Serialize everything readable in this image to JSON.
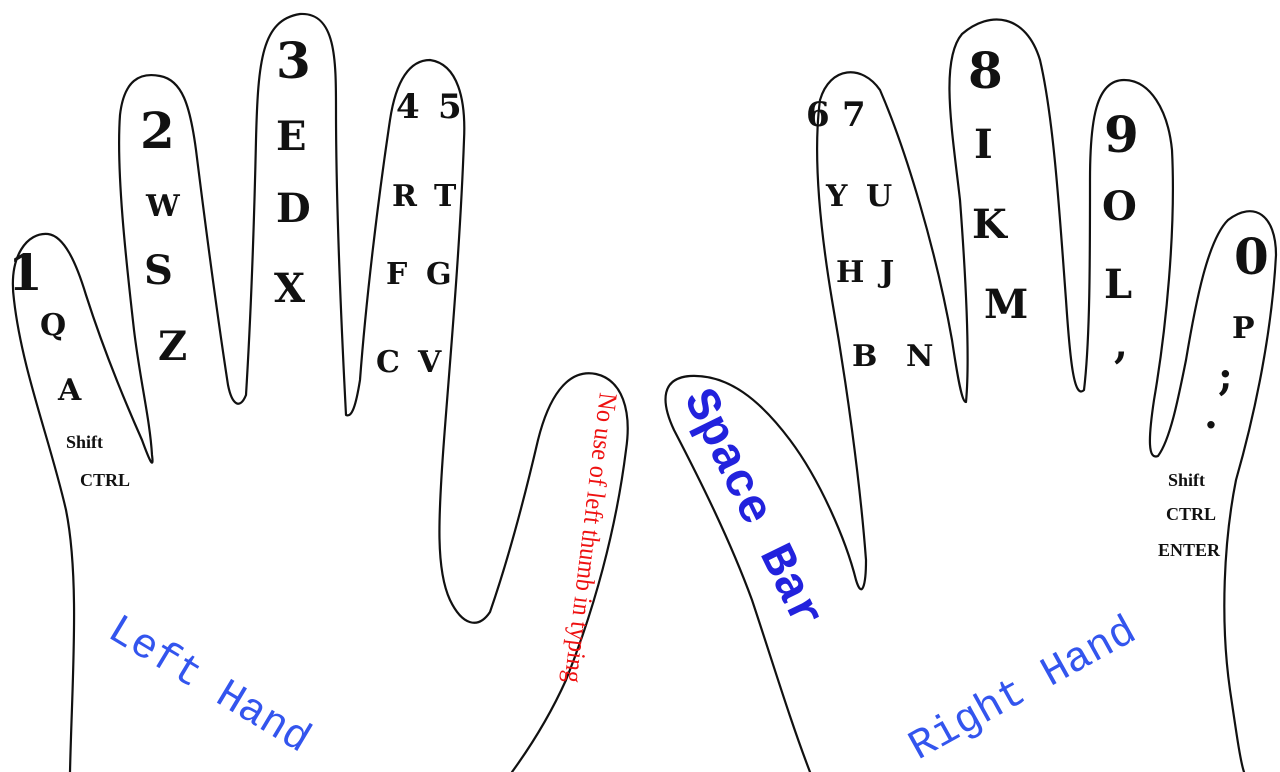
{
  "colors": {
    "outline": "#111111",
    "hand_label": "#3355ee",
    "space_bar": "#2222dd",
    "thumb_note": "#ee1111"
  },
  "left_hand": {
    "label": "Left Hand",
    "pinky": {
      "number": "1",
      "keys": [
        "Q",
        "A"
      ],
      "modifiers": [
        "Shift",
        "CTRL"
      ]
    },
    "ring": {
      "number": "2",
      "keys": [
        "W",
        "S",
        "Z"
      ]
    },
    "middle": {
      "number": "3",
      "keys": [
        "E",
        "D",
        "X"
      ]
    },
    "index": {
      "numbers": [
        "4",
        "5"
      ],
      "keys": [
        "R",
        "T",
        "F",
        "G",
        "C",
        "V"
      ]
    },
    "thumb": {
      "note": "No use of left thumb in typing"
    }
  },
  "right_hand": {
    "label": "Right Hand",
    "thumb": {
      "label": "Space Bar"
    },
    "index": {
      "numbers": [
        "6",
        "7"
      ],
      "keys": [
        "Y",
        "U",
        "H",
        "J",
        "B",
        "N"
      ]
    },
    "middle": {
      "number": "8",
      "keys": [
        "I",
        "K",
        "M"
      ]
    },
    "ring": {
      "number": "9",
      "keys": [
        "O",
        "L",
        ","
      ]
    },
    "pinky": {
      "number": "0",
      "keys": [
        "P",
        ";",
        "."
      ],
      "modifiers": [
        "Shift",
        "CTRL",
        "ENTER"
      ]
    }
  }
}
